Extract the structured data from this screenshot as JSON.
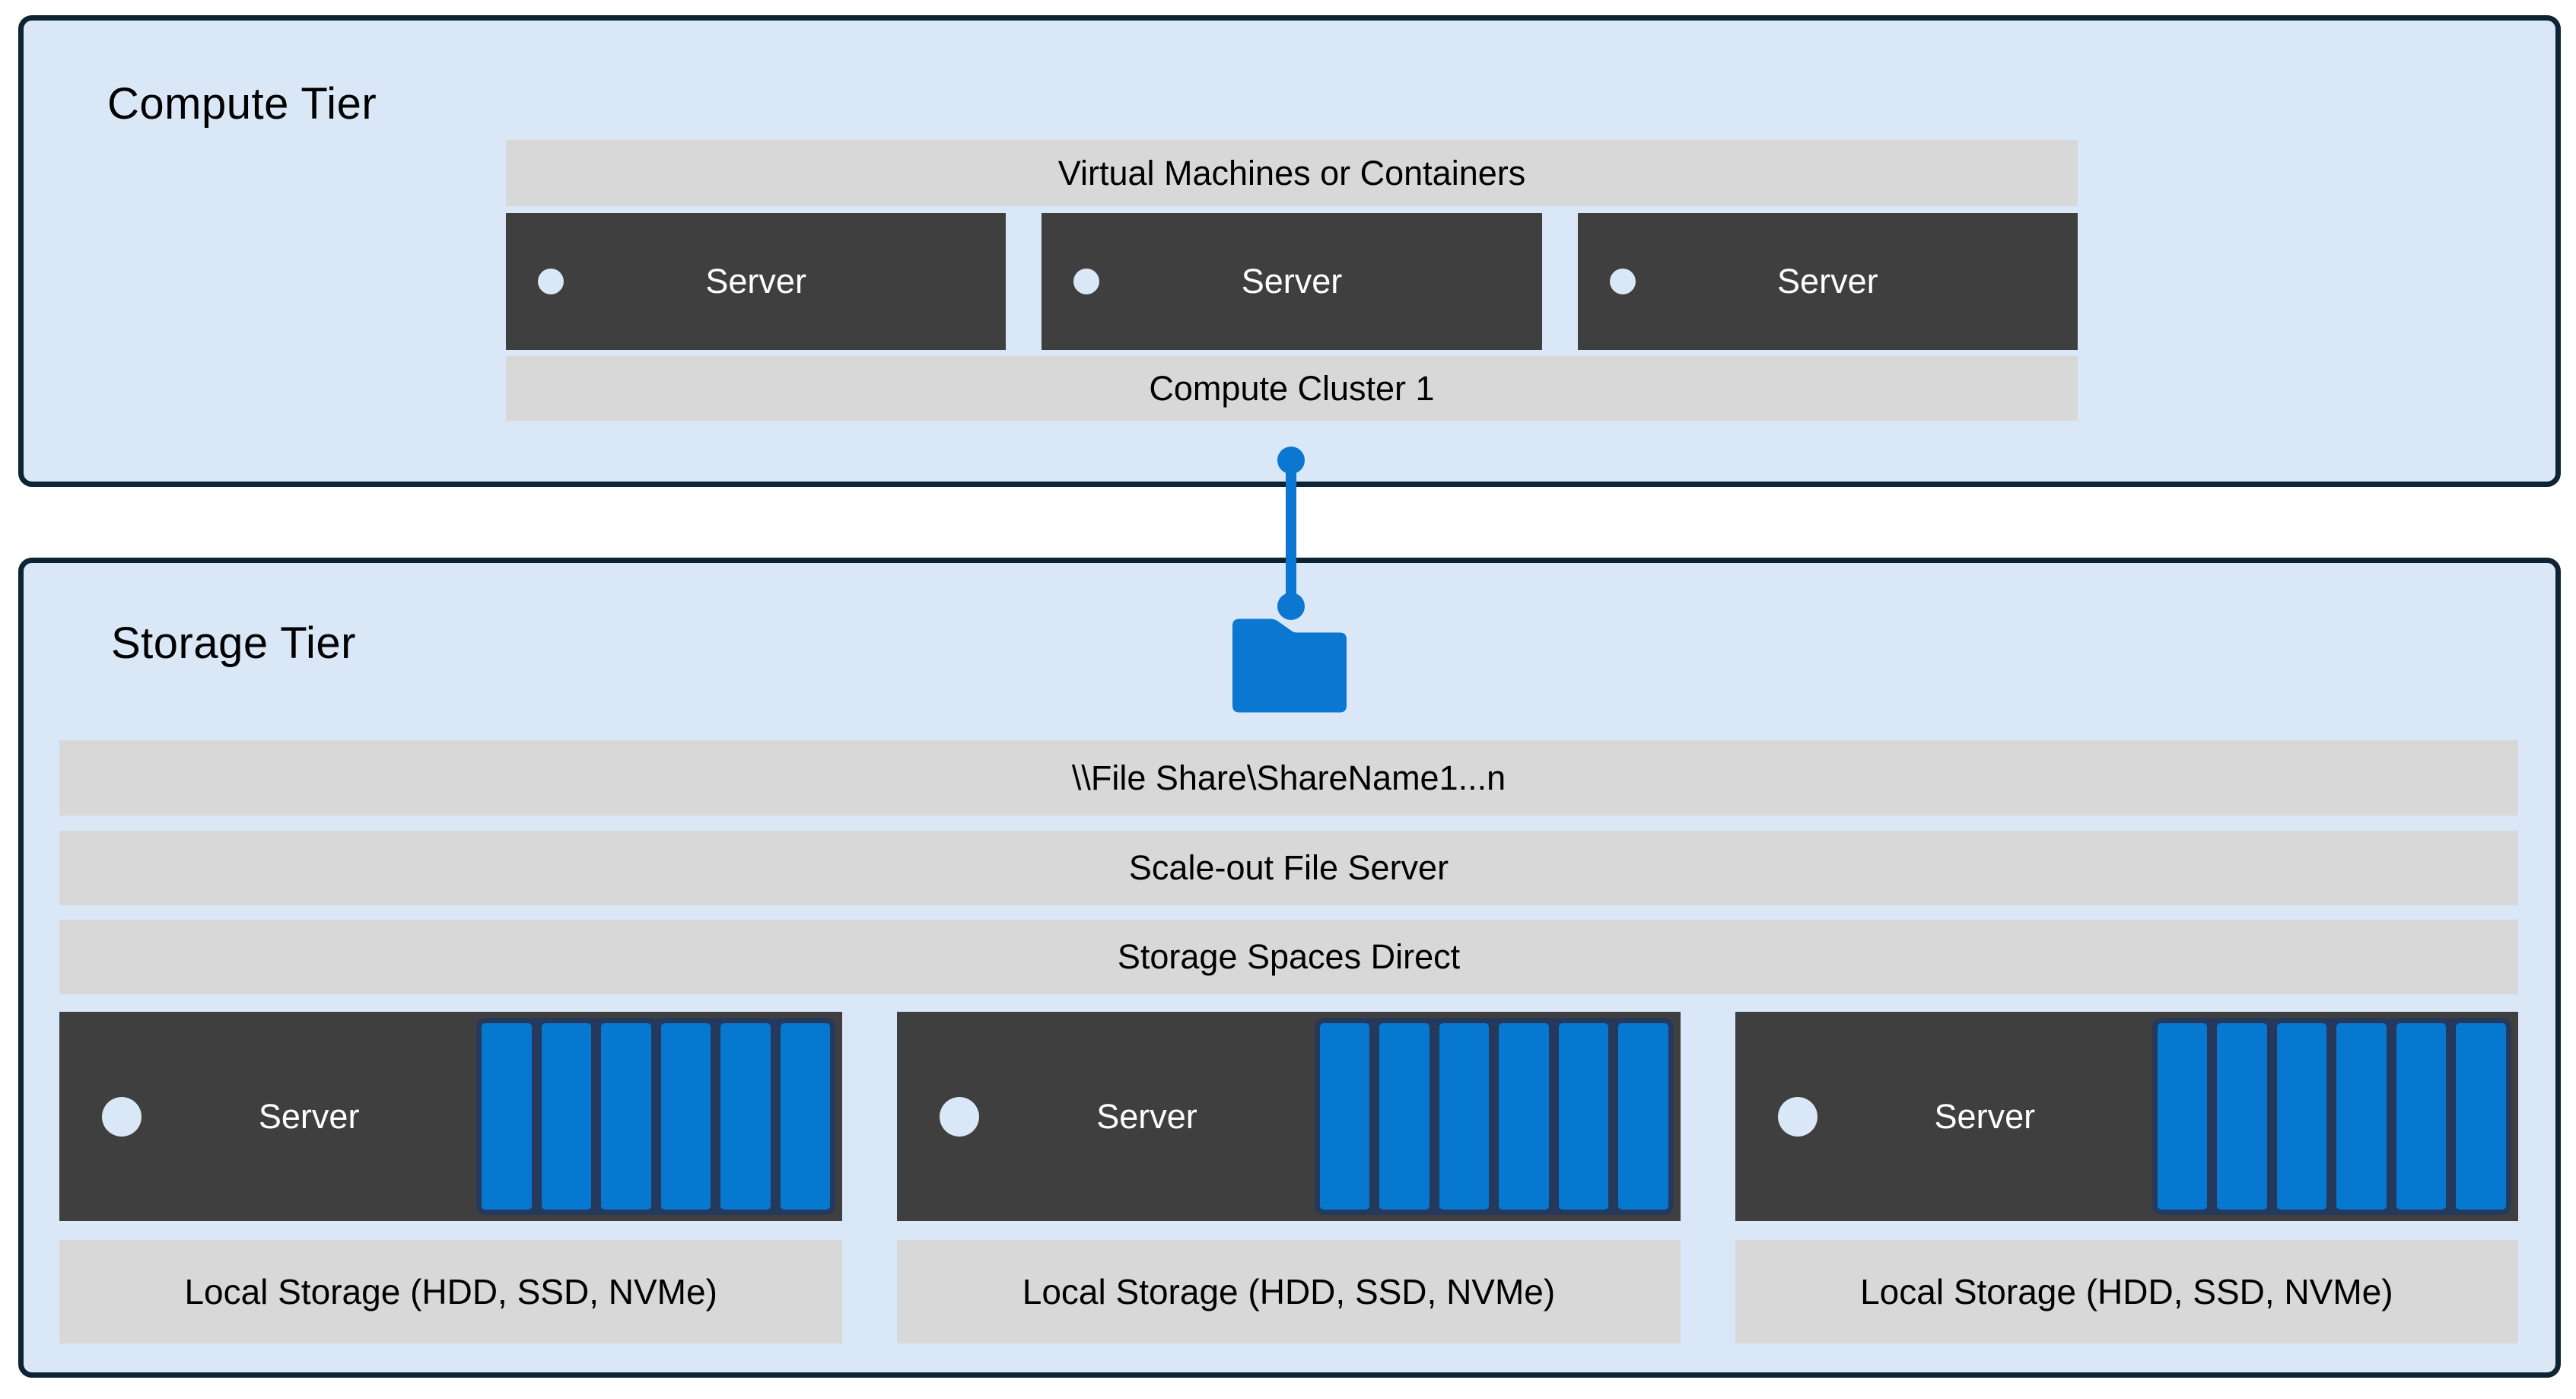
{
  "colors": {
    "tier_fill": "#d9e7f6",
    "tier_border": "#0d2433",
    "bar_bg": "#d8d8d8",
    "server_bg": "#3f3f3f",
    "accent_blue": "#0b77d1",
    "disk_fill": "#0778d0",
    "disk_border": "#24395b"
  },
  "compute_tier": {
    "title": "Compute Tier",
    "vm_bar": "Virtual Machines or Containers",
    "cluster_bar": "Compute Cluster 1",
    "servers": [
      {
        "label": "Server"
      },
      {
        "label": "Server"
      },
      {
        "label": "Server"
      }
    ]
  },
  "connector": {
    "icon": "file-share-folder"
  },
  "storage_tier": {
    "title": "Storage Tier",
    "file_share_bar": "\\\\File Share\\ShareName1...n",
    "sofs_bar": "Scale-out File Server",
    "s2d_bar": "Storage Spaces Direct",
    "disks_per_server": 6,
    "servers": [
      {
        "label": "Server",
        "local_storage": "Local Storage (HDD, SSD, NVMe)"
      },
      {
        "label": "Server",
        "local_storage": "Local Storage (HDD, SSD, NVMe)"
      },
      {
        "label": "Server",
        "local_storage": "Local Storage (HDD, SSD, NVMe)"
      }
    ]
  }
}
